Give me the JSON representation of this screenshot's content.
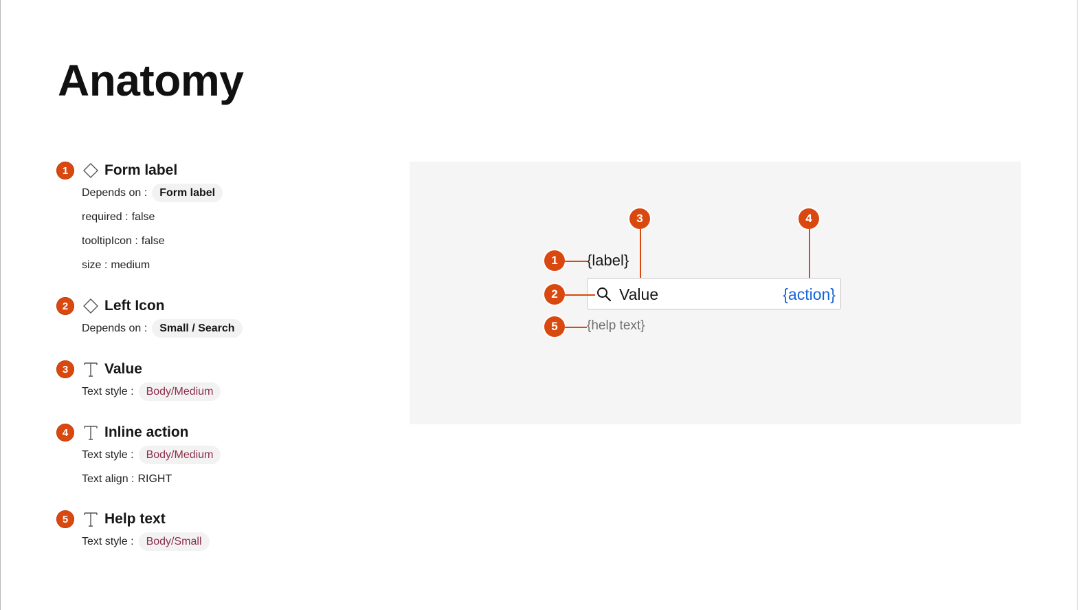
{
  "title": "Anatomy",
  "parts": [
    {
      "number": "1",
      "icon": "diamond-icon",
      "name": "Form label",
      "props": [
        {
          "key": "Depends on :",
          "chip": "Form label",
          "chip_type": "component"
        },
        {
          "key": "required :",
          "value": "false"
        },
        {
          "key": "tooltipIcon :",
          "value": "false"
        },
        {
          "key": "size :",
          "value": "medium"
        }
      ]
    },
    {
      "number": "2",
      "icon": "diamond-icon",
      "name": "Left Icon",
      "props": [
        {
          "key": "Depends on :",
          "chip": "Small / Search",
          "chip_type": "component"
        }
      ]
    },
    {
      "number": "3",
      "icon": "text-icon",
      "name": "Value",
      "props": [
        {
          "key": "Text style :",
          "chip": "Body/Medium",
          "chip_type": "style"
        }
      ]
    },
    {
      "number": "4",
      "icon": "text-icon",
      "name": "Inline action",
      "props": [
        {
          "key": "Text style :",
          "chip": "Body/Medium",
          "chip_type": "style"
        },
        {
          "key": "Text align :",
          "value": "RIGHT"
        }
      ]
    },
    {
      "number": "5",
      "icon": "text-icon",
      "name": "Help text",
      "props": [
        {
          "key": "Text style :",
          "chip": "Body/Small",
          "chip_type": "style"
        }
      ]
    }
  ],
  "diagram": {
    "label": "{label}",
    "value": "Value",
    "action": "{action}",
    "help_text": "{help text}",
    "markers": [
      "1",
      "2",
      "3",
      "4",
      "5"
    ],
    "colors": {
      "marker": "#d9480f",
      "action": "#1565d8",
      "style_chip_text": "#8c2f4a",
      "canvas": "#f6f5f6"
    }
  }
}
